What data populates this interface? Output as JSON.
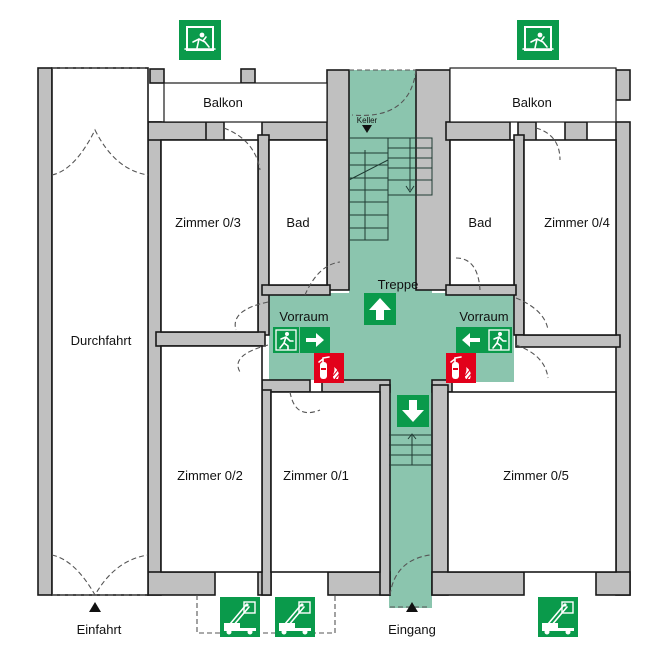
{
  "plan": {
    "title": "Flucht- und Rettungsplan Erdgeschoss",
    "colors": {
      "escape_route": "#8bc5ae",
      "safety_sign_green": "#0a9a4b",
      "fire_sign_red": "#e2001a",
      "wall": "#c0c0c0"
    },
    "rooms": {
      "balkon_left": "Balkon",
      "balkon_right": "Balkon",
      "zimmer_03": "Zimmer 0/3",
      "bad_left": "Bad",
      "bad_right": "Bad",
      "zimmer_04": "Zimmer 0/4",
      "vorraum_left": "Vorraum",
      "vorraum_right": "Vorraum",
      "treppe": "Treppe",
      "keller": "Keller",
      "durchfahrt": "Durchfahrt",
      "zimmer_02": "Zimmer 0/2",
      "zimmer_01": "Zimmer 0/1",
      "zimmer_05": "Zimmer 0/5"
    },
    "entrances": {
      "einfahrt": "Einfahrt",
      "eingang": "Eingang"
    },
    "signs": [
      {
        "type": "emergency-window-icon",
        "location": "balkon-left"
      },
      {
        "type": "emergency-window-icon",
        "location": "balkon-right"
      },
      {
        "type": "exit-arrow-up-icon",
        "location": "treppe"
      },
      {
        "type": "exit-arrow-down-icon",
        "location": "treppe-lower"
      },
      {
        "type": "exit-right-icon",
        "location": "vorraum-left"
      },
      {
        "type": "exit-left-icon",
        "location": "vorraum-right"
      },
      {
        "type": "fire-extinguisher-icon",
        "location": "vorraum-left"
      },
      {
        "type": "fire-extinguisher-icon",
        "location": "vorraum-right"
      },
      {
        "type": "rescue-ladder-icon",
        "location": "zimmer-02"
      },
      {
        "type": "rescue-ladder-icon",
        "location": "zimmer-01"
      },
      {
        "type": "rescue-ladder-icon",
        "location": "zimmer-05"
      }
    ]
  }
}
